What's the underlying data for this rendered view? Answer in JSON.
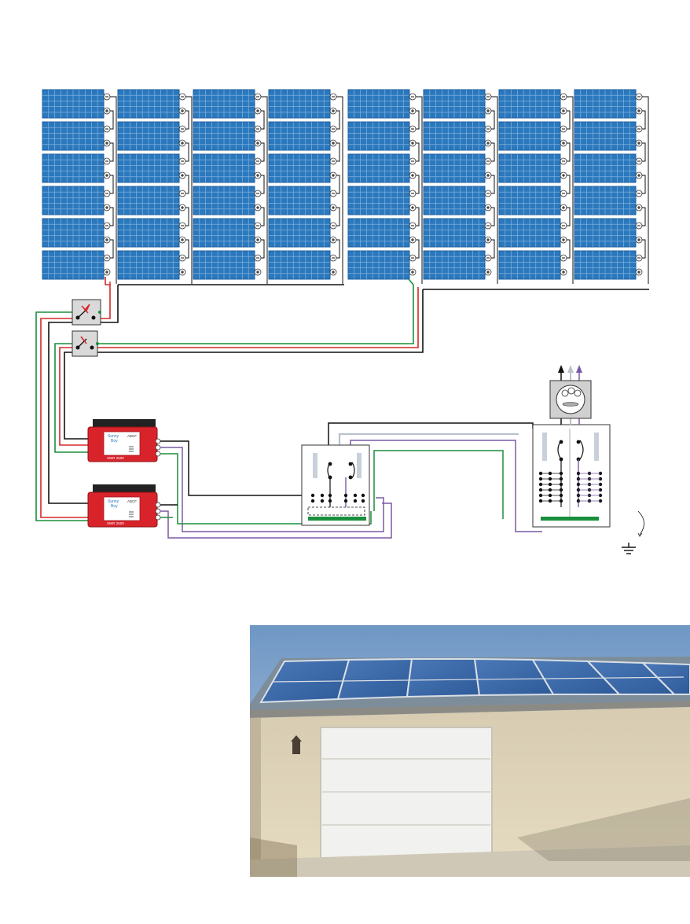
{
  "arrays": {
    "count": 8,
    "modules_per_string": 6
  },
  "inverters": [
    {
      "brand_top": "Sunny",
      "brand_bottom": "Boy",
      "tag": "ABCF",
      "model": "SWR 2500"
    },
    {
      "brand_top": "Sunny",
      "brand_bottom": "Boy",
      "tag": "ABCF",
      "model": "SWR 2500"
    }
  ],
  "wire_colors": {
    "positive": "#d62828",
    "negative": "#111111",
    "ground": "#1a8f3c",
    "neutral": "#b9c2cc",
    "line": "#7a5aa6"
  },
  "colors": {
    "panel": "#2b78bd",
    "panel_dark": "#1d5e9e",
    "inverter": "#d9232a",
    "busbar": "#1a8f3c",
    "breaker_handle": "#c8d0da"
  },
  "icons": {
    "disconnect": "switch-icon",
    "meter": "utility-meter-icon",
    "ground": "ground-icon",
    "photo": "house-roof-photo"
  }
}
